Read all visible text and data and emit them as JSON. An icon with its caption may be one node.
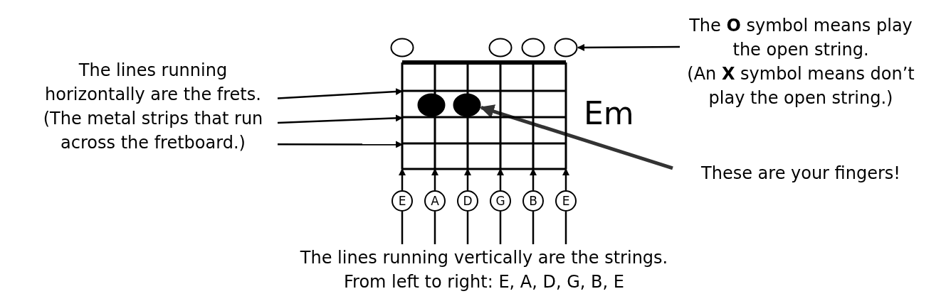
{
  "diagram": {
    "nodes": [
      {
        "text": [
          "The lines running horizontally are the frets.",
          "(The metal strips that run across the fretboard.)"
        ]
      },
      {
        "text": [
          "The **O** symbol means play the open string.",
          "(An **X** symbol means don’t play the open string.)"
        ]
      },
      {
        "text": [],
        "shape": "box",
        "beside": [
          "Em"
        ]
      },
      {
        "text": [],
        "shape": "circle"
      },
      {
        "text": [],
        "shape": "circle"
      },
      {
        "text": [],
        "shape": "circle"
      },
      {
        "text": [],
        "shape": "circle"
      },
      {
        "text": [],
        "shape": "circle",
        "in": 2
      },
      {
        "text": [],
        "shape": "circle",
        "in": 2
      },
      {
        "text": [
          "These are your fingers!"
        ]
      },
      {
        "text": [
          "E"
        ]
      },
      {
        "text": [
          "A"
        ]
      },
      {
        "text": [
          "D"
        ]
      },
      {
        "text": [
          "G"
        ]
      },
      {
        "text": [
          "B"
        ]
      },
      {
        "text": [
          "E"
        ]
      },
      {
        "text": [
          "The lines running vertically are the strings.",
          "From left to right: E, A, D, G, B, E"
        ]
      }
    ],
    "edges": [
      {
        "from": 0,
        "to": 2,
        "arrow": "to"
      },
      {
        "from": 0,
        "to": 2,
        "arrow": "to"
      },
      {
        "from": 0,
        "to": 2,
        "arrow": "to"
      },
      {
        "from": 1,
        "to": 6,
        "arrow": "to"
      },
      {
        "from": 9,
        "to": 8,
        "arrow": "to",
        "style": "thick",
        "color": "#333333"
      },
      {
        "from": 10,
        "to": 2,
        "arrow": "to"
      },
      {
        "from": 11,
        "to": 2,
        "arrow": "to"
      },
      {
        "from": 12,
        "to": 2,
        "arrow": "to"
      },
      {
        "from": 13,
        "to": 2,
        "arrow": "to"
      },
      {
        "from": 14,
        "to": 2,
        "arrow": "to"
      },
      {
        "from": 15,
        "to": 2,
        "arrow": "to"
      },
      {
        "from": 16,
        "to": 10,
        "arrow": "none"
      },
      {
        "from": 16,
        "to": 11,
        "arrow": "none"
      },
      {
        "from": 16,
        "to": 12,
        "arrow": "none"
      },
      {
        "from": 16,
        "to": 13,
        "arrow": "none"
      },
      {
        "from": 16,
        "to": 14,
        "arrow": "none"
      },
      {
        "from": 16,
        "to": 15,
        "arrow": "none"
      }
    ]
  }
}
